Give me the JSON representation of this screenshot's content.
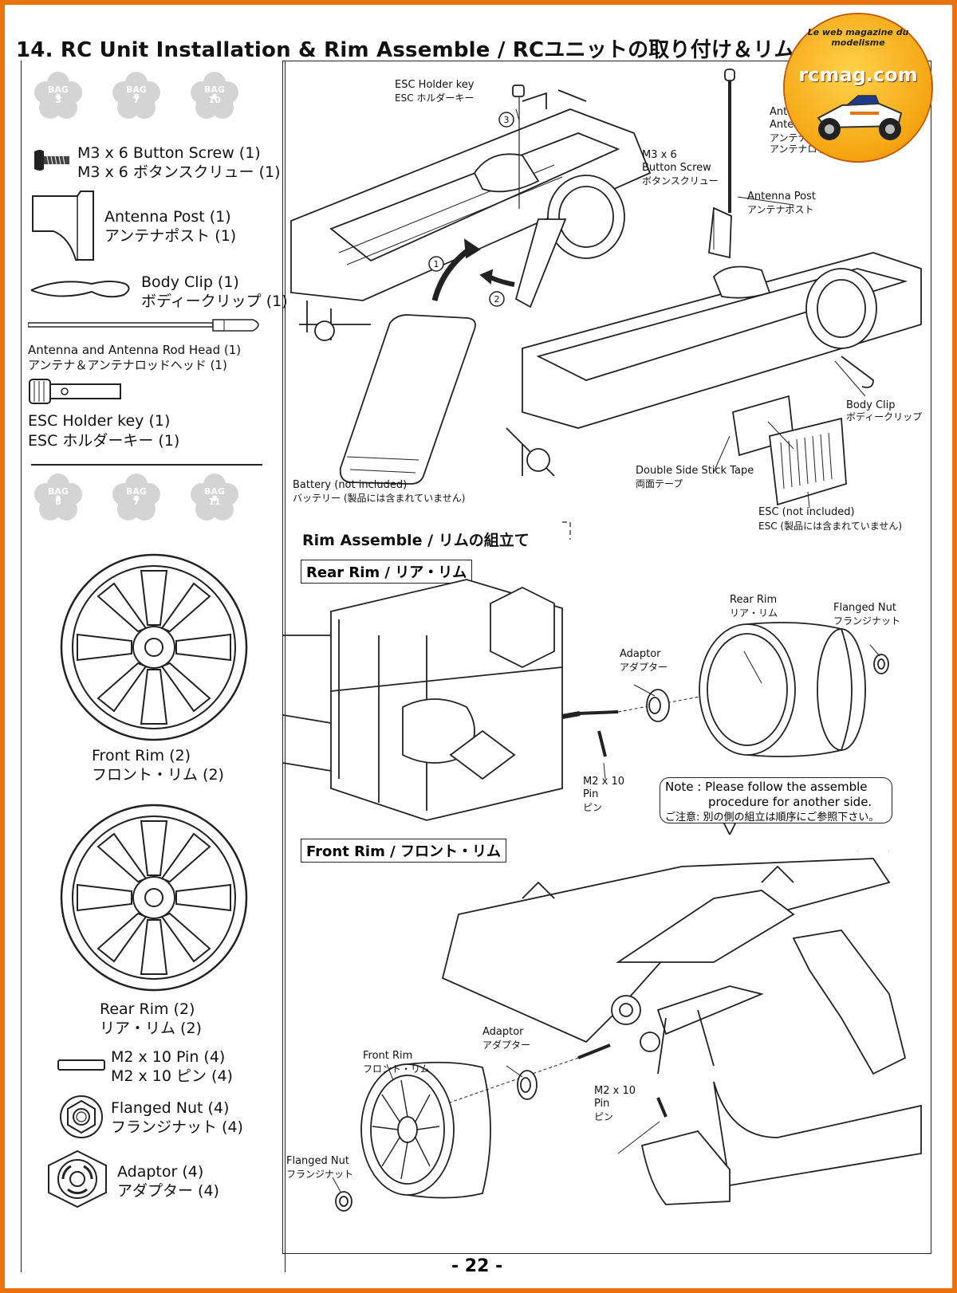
{
  "header": {
    "title": "14. RC Unit Installation & Rim Assemble / RCユニットの取り付け＆リムの組立て",
    "logo_text": "rcmag.com",
    "logo_tagline": "Le web magazine du modelisme"
  },
  "parts_group1": {
    "bags": [
      {
        "label": "BAG",
        "num": "3"
      },
      {
        "label": "BAG",
        "num": "7"
      },
      {
        "label": "BAG",
        "num": "10"
      }
    ],
    "items": [
      {
        "en": "M3 x 6 Button Screw (1)",
        "jp": "M3 x 6 ボタンスクリュー (1)"
      },
      {
        "en": "Antenna Post (1)",
        "jp": "アンテナポスト (1)"
      },
      {
        "en": "Body Clip (1)",
        "jp": "ボディークリップ (1)"
      },
      {
        "en": "Antenna and Antenna Rod Head (1)",
        "jp": "アンテナ＆アンテナロッドヘッド (1)"
      },
      {
        "en": "ESC Holder key (1)",
        "jp": "ESC ホルダーキー (1)"
      }
    ]
  },
  "parts_group2": {
    "bags": [
      {
        "label": "BAG",
        "num": "6"
      },
      {
        "label": "BAG",
        "num": "7"
      },
      {
        "label": "BAG",
        "num": "11"
      }
    ],
    "items": [
      {
        "en": "Front Rim (2)",
        "jp": "フロント・リム (2)"
      },
      {
        "en": "Rear Rim (2)",
        "jp": "リア・リム (2)"
      },
      {
        "en": "M2 x 10 Pin (4)",
        "jp": "M2 x 10 ピン (4)"
      },
      {
        "en": "Flanged Nut (4)",
        "jp": "フランジナット (4)"
      },
      {
        "en": "Adaptor (4)",
        "jp": "アダプター (4)"
      }
    ]
  },
  "rc_diagram": {
    "esc_key": {
      "en": "ESC Holder key",
      "jp": "ESC ホルダーキー"
    },
    "antenna": {
      "en": "Antenna",
      "en2": "Antenna Rod Head",
      "jp": "アンテナ",
      "jp2": "アンテナロッドヘッド"
    },
    "screw": {
      "l1": "M3 x 6",
      "l2": "Button Screw",
      "jp": "ボタンスクリュー"
    },
    "antenna_post": {
      "en": "Antenna Post",
      "jp": "アンテナポスト"
    },
    "body_clip": {
      "en": "Body Clip",
      "jp": "ボディークリップ"
    },
    "tape": {
      "en": "Double Side Stick Tape",
      "jp": "両面テープ"
    },
    "esc": {
      "en": "ESC (not included)",
      "jp": "ESC (製品には含まれていません)"
    },
    "battery": {
      "en": "Battery (not included)",
      "jp": "バッテリー (製品には含まれていません)"
    },
    "steps": [
      "1",
      "2",
      "3"
    ]
  },
  "rim_section": {
    "heading": "Rim Assemble / リムの組立て",
    "rear_heading": "Rear Rim / リア・リム",
    "front_heading": "Front Rim / フロント・リム",
    "rear": {
      "rim": {
        "en": "Rear Rim",
        "jp": "リア・リム"
      },
      "nut": {
        "en": "Flanged Nut",
        "jp": "フランジナット"
      },
      "adaptor": {
        "en": "Adaptor",
        "jp": "アダプター"
      },
      "pin": {
        "l1": "M2 x 10",
        "l2": "Pin",
        "jp": "ピン"
      }
    },
    "front": {
      "rim": {
        "en": "Front Rim",
        "jp": "フロント・リム"
      },
      "nut": {
        "en": "Flanged Nut",
        "jp": "フランジナット"
      },
      "adaptor": {
        "en": "Adaptor",
        "jp": "アダプター"
      },
      "pin": {
        "l1": "M2 x 10",
        "l2": "Pin",
        "jp": "ピン"
      }
    },
    "note": {
      "l1": "Note : Please follow the assemble",
      "l2": "procedure for another side.",
      "l3": "ご注意: 別の側の組立は順序にご参照下さい。"
    }
  },
  "footer": {
    "page": "- 22 -"
  },
  "colors": {
    "frame": "#e8730f",
    "logo": "#f5a511",
    "bag": "#d4d4d4",
    "line": "#222222"
  }
}
